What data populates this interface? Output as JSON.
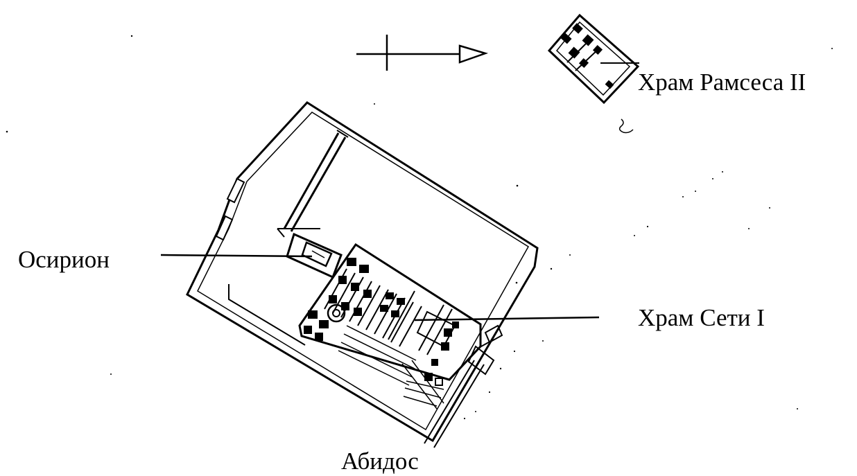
{
  "title": "Абидос",
  "labels": {
    "ramesses_temple": "Храм Рамсеса II",
    "osireion": "Осирион",
    "seti_temple": "Храм Сети I"
  },
  "colors": {
    "ink": "#000000",
    "background": "#ffffff"
  },
  "icons": {
    "north_arrow": "arrow-right-cross-icon"
  }
}
